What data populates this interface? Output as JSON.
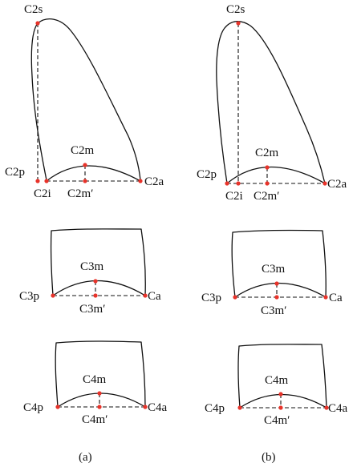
{
  "panels": [
    {
      "caption": "(a)",
      "c2": {
        "top": "C2s",
        "posterior": "C2p",
        "inferior": "C2i",
        "apex": "C2m",
        "apex_foot": "C2m′",
        "anterior": "C2a"
      },
      "c3": {
        "apex": "C3m",
        "posterior": "C3p",
        "apex_foot": "C3m′",
        "anterior": "Ca"
      },
      "c4": {
        "apex": "C4m",
        "posterior": "C4p",
        "apex_foot": "C4m′",
        "anterior": "C4a"
      }
    },
    {
      "caption": "(b)",
      "c2": {
        "top": "C2s",
        "posterior": "C2p",
        "inferior": "C2i",
        "apex": "C2m",
        "apex_foot": "C2m′",
        "anterior": "C2a"
      },
      "c3": {
        "apex": "C3m",
        "posterior": "C3p",
        "apex_foot": "C3m′",
        "anterior": "Ca"
      },
      "c4": {
        "apex": "C4m",
        "posterior": "C4p",
        "apex_foot": "C4m′",
        "anterior": "C4a"
      }
    }
  ],
  "colors": {
    "landmark": "#e8332a",
    "line": "#111111",
    "background": "#ffffff"
  }
}
